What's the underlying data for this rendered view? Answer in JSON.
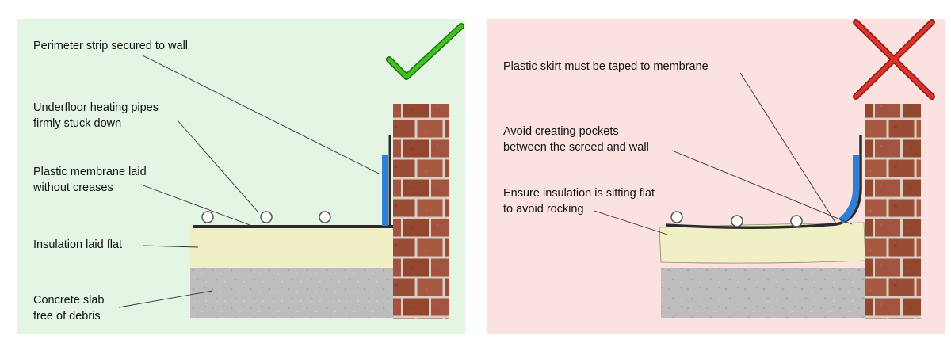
{
  "correct_panel": {
    "labels": {
      "perimeter_strip": "Perimeter strip secured to wall",
      "heating_pipes_1": "Underfloor heating pipes",
      "heating_pipes_2": "firmly stuck down",
      "membrane_1": "Plastic membrane laid",
      "membrane_2": "without creases",
      "insulation": "Insulation laid flat",
      "slab_1": "Concrete slab",
      "slab_2": "free of debris"
    },
    "icon": "checkmark-icon",
    "icon_color": "#3fc21e"
  },
  "wrong_panel": {
    "labels": {
      "skirt": "Plastic skirt must be taped to membrane",
      "pockets_1": "Avoid creating pockets",
      "pockets_2": "between the screed and wall",
      "insulation_1": "Ensure insulation is sitting flat",
      "insulation_2": "to avoid rocking"
    },
    "icon": "cross-icon",
    "icon_color": "#d9332b"
  },
  "colors": {
    "correct_bg": "#e5f5e3",
    "wrong_bg": "#fbe1e0",
    "insulation": "#f1efc6",
    "concrete": "#bdbdbd",
    "brick": "#9a4d36",
    "mortar": "#d9cfc4",
    "perimeter_strip": "#2f7fd6",
    "membrane": "#2b2b2b"
  }
}
